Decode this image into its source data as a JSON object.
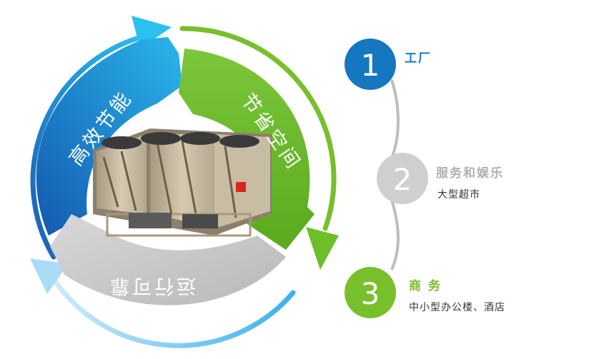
{
  "colors": {
    "blue": "#1e8fd6",
    "blue_dark": "#1565b7",
    "green": "#6ebe2c",
    "gray": "#c8c8c8",
    "step1_circle": "#1577c0",
    "step2_circle": "#cfcfcf",
    "step3_circle": "#78bf2c",
    "title_blue": "#1a78c2",
    "title_gray": "#b0b0b0",
    "title_green": "#78bf2c"
  },
  "cycle": {
    "segment_1": "高效节能",
    "segment_2": "节省空间",
    "segment_3": "运行可靠"
  },
  "steps": [
    {
      "number": "1",
      "title": "工厂",
      "subtitle": ""
    },
    {
      "number": "2",
      "title": "服务和娱乐",
      "subtitle": "大型超市"
    },
    {
      "number": "3",
      "title": "商 务",
      "subtitle": "中小型办公楼、酒店"
    }
  ]
}
